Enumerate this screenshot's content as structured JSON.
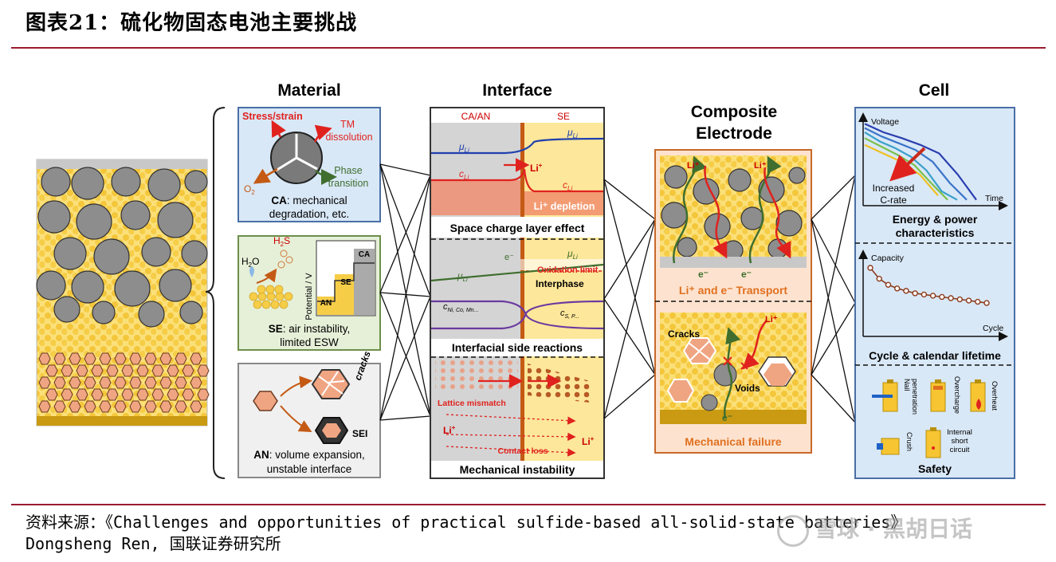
{
  "figure_title": "图表21：硫化物固态电池主要挑战",
  "columns": {
    "material": "Material",
    "interface": "Interface",
    "composite_l1": "Composite",
    "composite_l2": "Electrode",
    "cell": "Cell"
  },
  "material": {
    "ca": {
      "stress": "Stress/strain",
      "tm_l1": "TM",
      "tm_l2": "dissolution",
      "o2": "O",
      "o2_sub": "2",
      "phase_l1": "Phase",
      "phase_l2": "transition",
      "caption_bold": "CA",
      "caption_rest": ": mechanical",
      "caption_l2": "degradation, etc."
    },
    "se": {
      "h2s": "H",
      "h2s_sub": "2",
      "h2s_s": "S",
      "h2o": "H",
      "h2o_sub": "2",
      "h2o_o": "O",
      "potential": "Potential / V",
      "ca": "CA",
      "se": "SE",
      "an": "AN",
      "caption_bold": "SE",
      "caption_rest": ": air instability,",
      "caption_l2": "limited ESW"
    },
    "an": {
      "cracks": "cracks",
      "sei": "SEI",
      "caption_bold": "AN",
      "caption_rest": ": volume expansion,",
      "caption_l2": "unstable interface"
    }
  },
  "interface": {
    "ca_an": "CA/AN",
    "se": "SE",
    "mu_li": "μ",
    "li_sub": "Li",
    "c_li": "c",
    "li_plus": "Li",
    "li_depletion": "Li⁺ depletion",
    "space_charge": "Space charge layer effect",
    "e_minus": "e⁻",
    "oxidation_limit": "Oxidation limit",
    "interphase": "Interphase",
    "c_ni": "c",
    "ni_sub": "Ni, Co, Mn...",
    "c_s": "c",
    "s_sub": "S, P...",
    "side_reactions": "Interfacial side reactions",
    "lattice_mismatch": "Lattice mismatch",
    "contact_loss": "Contact loss",
    "mechanical_instability": "Mechanical instability"
  },
  "composite": {
    "li": "Li⁺",
    "e": "e⁻",
    "transport": "Li⁺ and e⁻ Transport",
    "cracks": "Cracks",
    "voids": "Voids",
    "mechanical_failure": "Mechanical failure"
  },
  "cell": {
    "voltage": "Voltage",
    "time": "Time",
    "increased_l1": "Increased",
    "increased_l2": "C-rate",
    "energy_l1": "Energy & power",
    "energy_l2": "characteristics",
    "capacity": "Capacity",
    "cycle": "Cycle",
    "lifetime": "Cycle & calendar lifetime",
    "nail_l1": "Nail",
    "nail_l2": "penetration",
    "overcharge": "Overcharge",
    "overheat": "Overheat",
    "crush": "Crush",
    "internal_l1": "Internal",
    "internal_l2": "short",
    "internal_l3": "circuit",
    "safety": "Safety"
  },
  "source_line1": "资料来源：《Challenges and opportunities of practical sulfide-based all-solid-state batteries》",
  "source_line2": "Dongsheng Ren, 国联证券研究所",
  "watermark": "雪球 · 黑胡日话",
  "colors": {
    "accent": "#9b1b30",
    "blue_border": "#4a6fa5",
    "green_border": "#6d8f4a",
    "orange_border": "#c8692b",
    "li_red": "#e0221e",
    "yellow": "#f9d651"
  },
  "chart_data": [
    {
      "type": "line",
      "title": "",
      "xlabel": "Time",
      "ylabel": "Voltage",
      "annotation": "Increased C-rate",
      "series": [
        {
          "values": [
            0.95,
            0.85,
            0.78,
            0.7,
            0.6,
            0.35,
            0.05
          ]
        },
        {
          "values": [
            0.9,
            0.8,
            0.72,
            0.64,
            0.5,
            0.25,
            0.05
          ]
        },
        {
          "values": [
            0.85,
            0.74,
            0.66,
            0.56,
            0.4,
            0.15,
            0.05
          ]
        },
        {
          "values": [
            0.78,
            0.68,
            0.58,
            0.46,
            0.25,
            0.05
          ]
        },
        {
          "values": [
            0.7,
            0.6,
            0.5,
            0.35,
            0.1
          ]
        }
      ]
    },
    {
      "type": "line",
      "title": "",
      "xlabel": "Cycle",
      "ylabel": "Capacity",
      "series": [
        {
          "values": [
            1.0,
            0.82,
            0.72,
            0.66,
            0.62,
            0.58,
            0.56,
            0.54,
            0.52,
            0.5,
            0.48,
            0.46,
            0.44,
            0.42
          ]
        }
      ]
    }
  ]
}
